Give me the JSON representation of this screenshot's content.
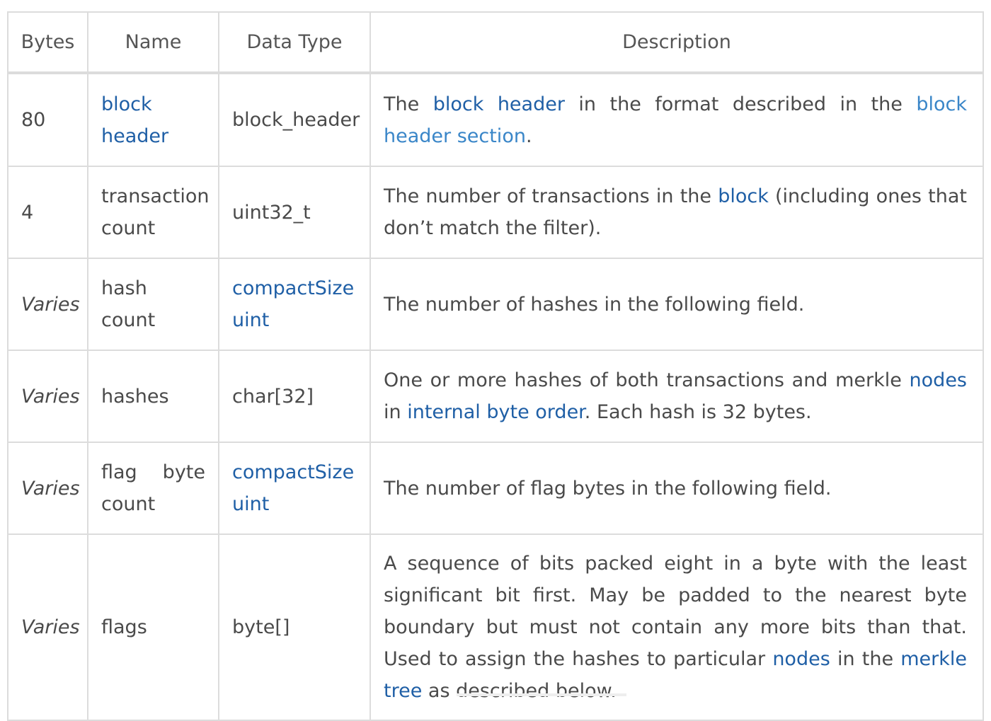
{
  "headers": {
    "bytes": "Bytes",
    "name": "Name",
    "data_type": "Data Type",
    "description": "Description"
  },
  "rows": [
    {
      "bytes": "80",
      "name": "block header",
      "type": "block_header",
      "desc": {
        "t1": "The ",
        "l1": "block header",
        "t2": " in the format described in the ",
        "l2": "block header section",
        "t3": "."
      }
    },
    {
      "bytes": "4",
      "name": "transaction count",
      "type": "uint32_t",
      "desc": {
        "t1": "The number of transactions in the ",
        "l1": "block",
        "t2": " (including ones that don’t match the filter)."
      }
    },
    {
      "bytes": "Varies",
      "name": "hash count",
      "type": "compactSize uint",
      "desc": {
        "t1": "The number of hashes in the following field."
      }
    },
    {
      "bytes": "Varies",
      "name": "hashes",
      "type": "char[32]",
      "desc": {
        "t1": "One or more hashes of both transactions and merkle ",
        "l1": "nodes",
        "t2": " in ",
        "l2": "internal byte order",
        "t3": ". Each hash is 32 bytes."
      }
    },
    {
      "bytes": "Varies",
      "name": "flag byte count",
      "type": "compactSize uint",
      "desc": {
        "t1": "The number of flag bytes in the following field."
      }
    },
    {
      "bytes": "Varies",
      "name": "flags",
      "type": "byte[]",
      "desc": {
        "t1": "A sequence of bits packed eight in a byte with the least significant bit first. May be padded to the nearest byte boundary but must not contain any more bits than that. Used to assign the hashes to particular ",
        "l1": "nodes",
        "t2": " in the ",
        "l2": "merkle tree",
        "t3": " as described below."
      }
    }
  ],
  "colors": {
    "link": "#1f5fa6",
    "link_light": "#3a86c8",
    "border": "#dcdcdc",
    "text": "#4a4a4a"
  }
}
